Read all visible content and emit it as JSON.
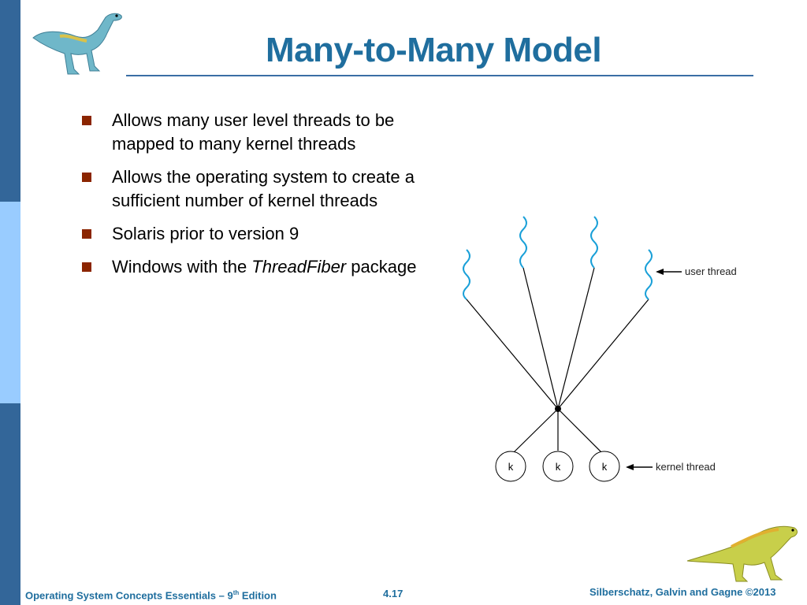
{
  "slide": {
    "title": "Many-to-Many Model",
    "bullets": [
      {
        "text": "Allows many user level threads to be mapped to many kernel threads"
      },
      {
        "text": "Allows the  operating system to create a sufficient number of kernel threads"
      },
      {
        "text": "Solaris prior to version 9"
      },
      {
        "pre": "Windows  with the ",
        "em": "ThreadFiber",
        "post": " package"
      }
    ]
  },
  "diagram": {
    "user_thread_label": "user thread",
    "kernel_thread_label": "kernel thread",
    "kernel_labels": [
      "k",
      "k",
      "k"
    ]
  },
  "footer": {
    "left_prefix": "Operating System Concepts Essentials – 9",
    "left_sup": "th",
    "left_suffix": " Edition",
    "page": "4.17",
    "right": "Silberschatz, Galvin and Gagne ©2013"
  },
  "colors": {
    "title": "#1f6e9e",
    "bullet_marker": "#8b2500",
    "side_dark": "#336699",
    "side_light": "#99ccff",
    "thread_wave": "#1aa0d8"
  },
  "icons": {
    "top_logo": "dinosaur-logo",
    "bottom_logo": "dinosaur-logo"
  }
}
